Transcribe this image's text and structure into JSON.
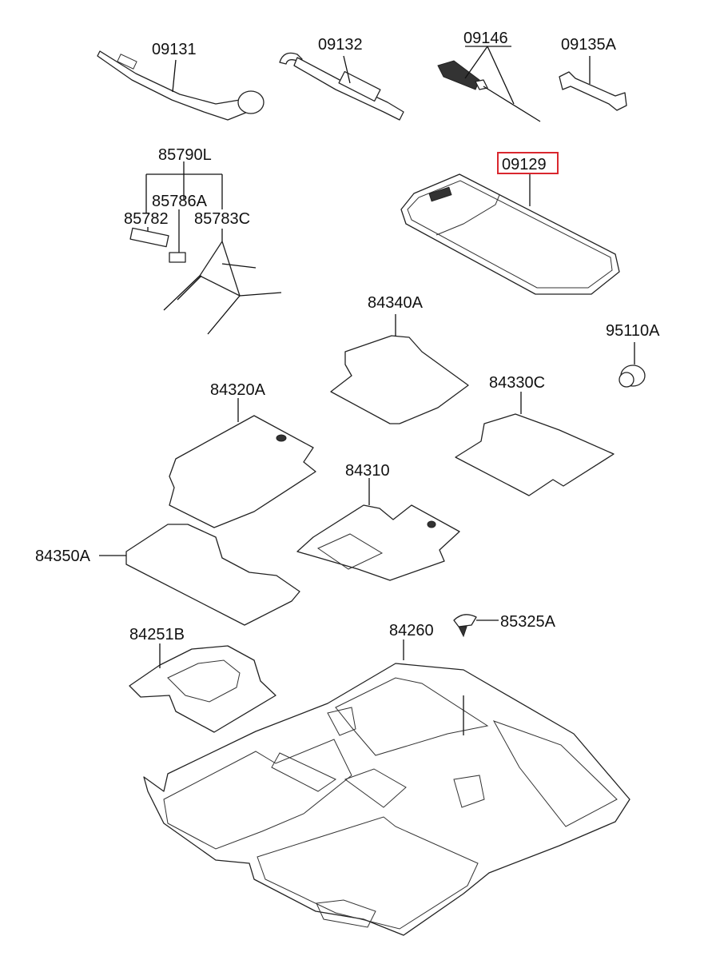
{
  "colors": {
    "highlight": "#d9272e",
    "line": "#111111",
    "background": "#ffffff"
  },
  "parts": {
    "p09131": "09131",
    "p09132": "09132",
    "p09146": "09146",
    "p09135A": "09135A",
    "p85790L": "85790L",
    "p85786A": "85786A",
    "p85782": "85782",
    "p85783C": "85783C",
    "p09129": "09129",
    "p84340A": "84340A",
    "p95110A": "95110A",
    "p84320A": "84320A",
    "p84330C": "84330C",
    "p84310": "84310",
    "p84350A": "84350A",
    "p84251B": "84251B",
    "p84260": "84260",
    "p85325A": "85325A"
  },
  "highlighted_part": "09129"
}
